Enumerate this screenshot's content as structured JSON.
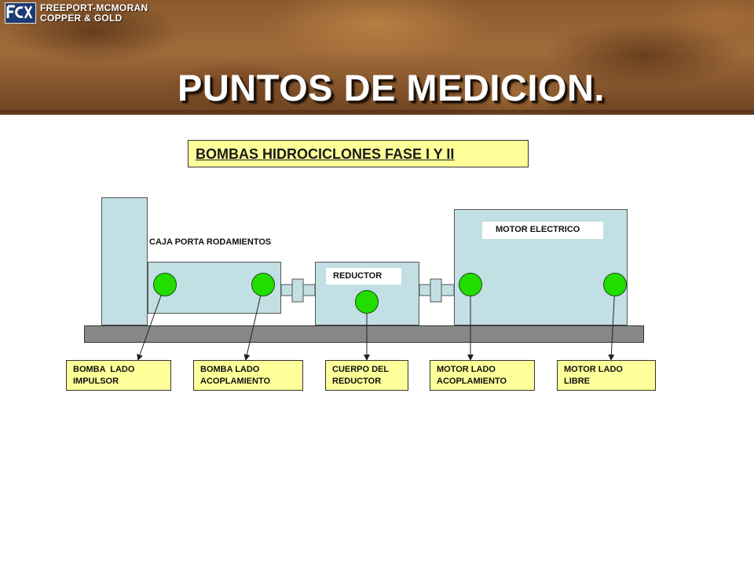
{
  "header": {
    "logo_line1": "FREEPORT-MCMORAN",
    "logo_line2": "COPPER & GOLD",
    "logo_mark": "FCX",
    "title": "PUNTOS DE MEDICION."
  },
  "diagram": {
    "heading": "BOMBAS HIDROCICLONES FASE I Y II",
    "components": {
      "bearing_housing": "CAJA PORTA RODAMIENTOS",
      "reducer": "REDUCTOR",
      "motor": "MOTOR ELECTRICO"
    },
    "measurement_points": [
      {
        "line1": "BOMBA  LADO",
        "line2": "IMPULSOR"
      },
      {
        "line1": "BOMBA LADO",
        "line2": "ACOPLAMIENTO"
      },
      {
        "line1": "CUERPO DEL",
        "line2": "REDUCTOR"
      },
      {
        "line1": "MOTOR LADO",
        "line2": "ACOPLAMIENTO"
      },
      {
        "line1": "MOTOR LADO",
        "line2": "LIBRE"
      }
    ],
    "colors": {
      "sensor": "#22dd00",
      "machine": "#c2dfe4",
      "label_fill": "#ffff99",
      "base": "#888888"
    }
  }
}
